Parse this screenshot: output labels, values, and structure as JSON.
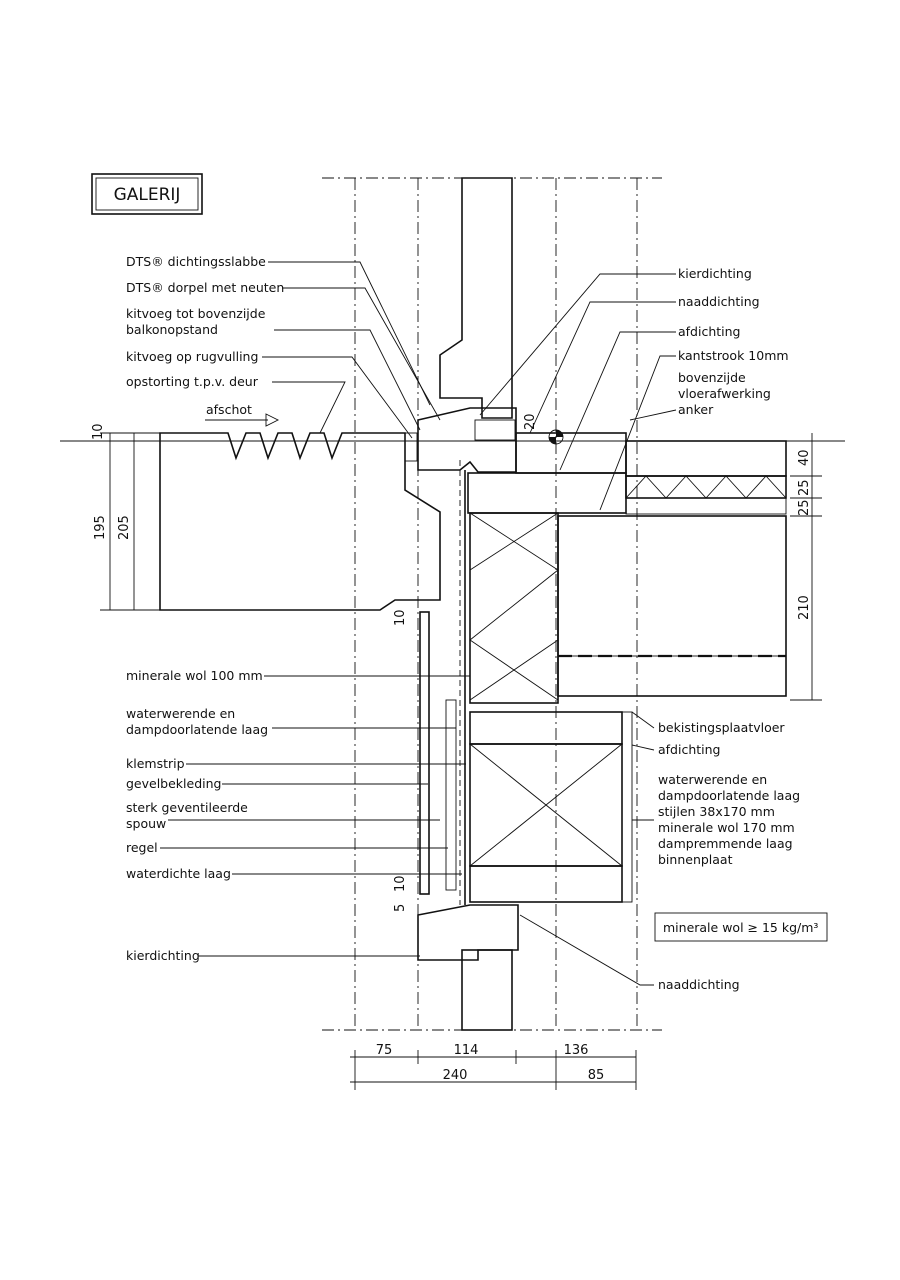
{
  "title": "GALERIJ",
  "labels_left": [
    "DTS® dichtingsslabbe",
    "DTS® dorpel met neuten",
    "kitvoeg tot bovenzijde",
    "balkonopstand",
    "kitvoeg op rugvulling",
    "opstorting t.p.v. deur",
    "afschot",
    "minerale wol 100 mm",
    "waterwerende en",
    "dampdoorlatende laag",
    "klemstrip",
    "gevelbekleding",
    "sterk geventileerde",
    "spouw",
    "regel",
    "waterdichte laag",
    "kierdichting"
  ],
  "labels_right": [
    "kierdichting",
    "naaddichting",
    "afdichting",
    "kantstrook 10mm",
    "bovenzijde",
    "vloerafwerking",
    "anker",
    "bekistingsplaatvloer",
    "afdichting",
    "waterwerende en",
    "dampdoorlatende laag",
    "stijlen 38x170 mm",
    "minerale wol 170 mm",
    "dampremmende laag",
    "binnenplaat",
    "naaddichting"
  ],
  "legend_box": "minerale wol ≥ 15 kg/m³",
  "dims": {
    "left": [
      "10",
      "195",
      "205"
    ],
    "left_mid": [
      "10"
    ],
    "left_low": [
      "5",
      "10"
    ],
    "right": [
      "40",
      "25",
      "25",
      "210"
    ],
    "top_small": [
      "20"
    ],
    "bottom_row1": [
      "75",
      "114",
      "136"
    ],
    "bottom_row2": [
      "240",
      "85"
    ]
  }
}
